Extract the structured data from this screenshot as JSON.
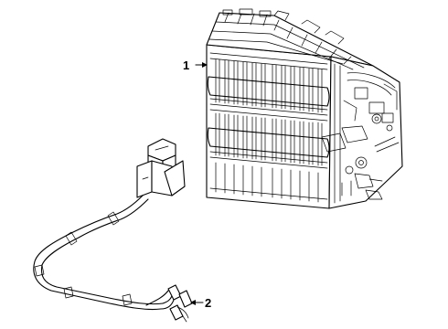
{
  "callouts": {
    "battery_label": "1",
    "harness_label": "2"
  },
  "parts": [
    {
      "callout": "1",
      "part": "battery-module-icon"
    },
    {
      "callout": "2",
      "part": "wire-harness-icon"
    }
  ],
  "colors": {
    "line": "#000000",
    "background": "#ffffff"
  }
}
